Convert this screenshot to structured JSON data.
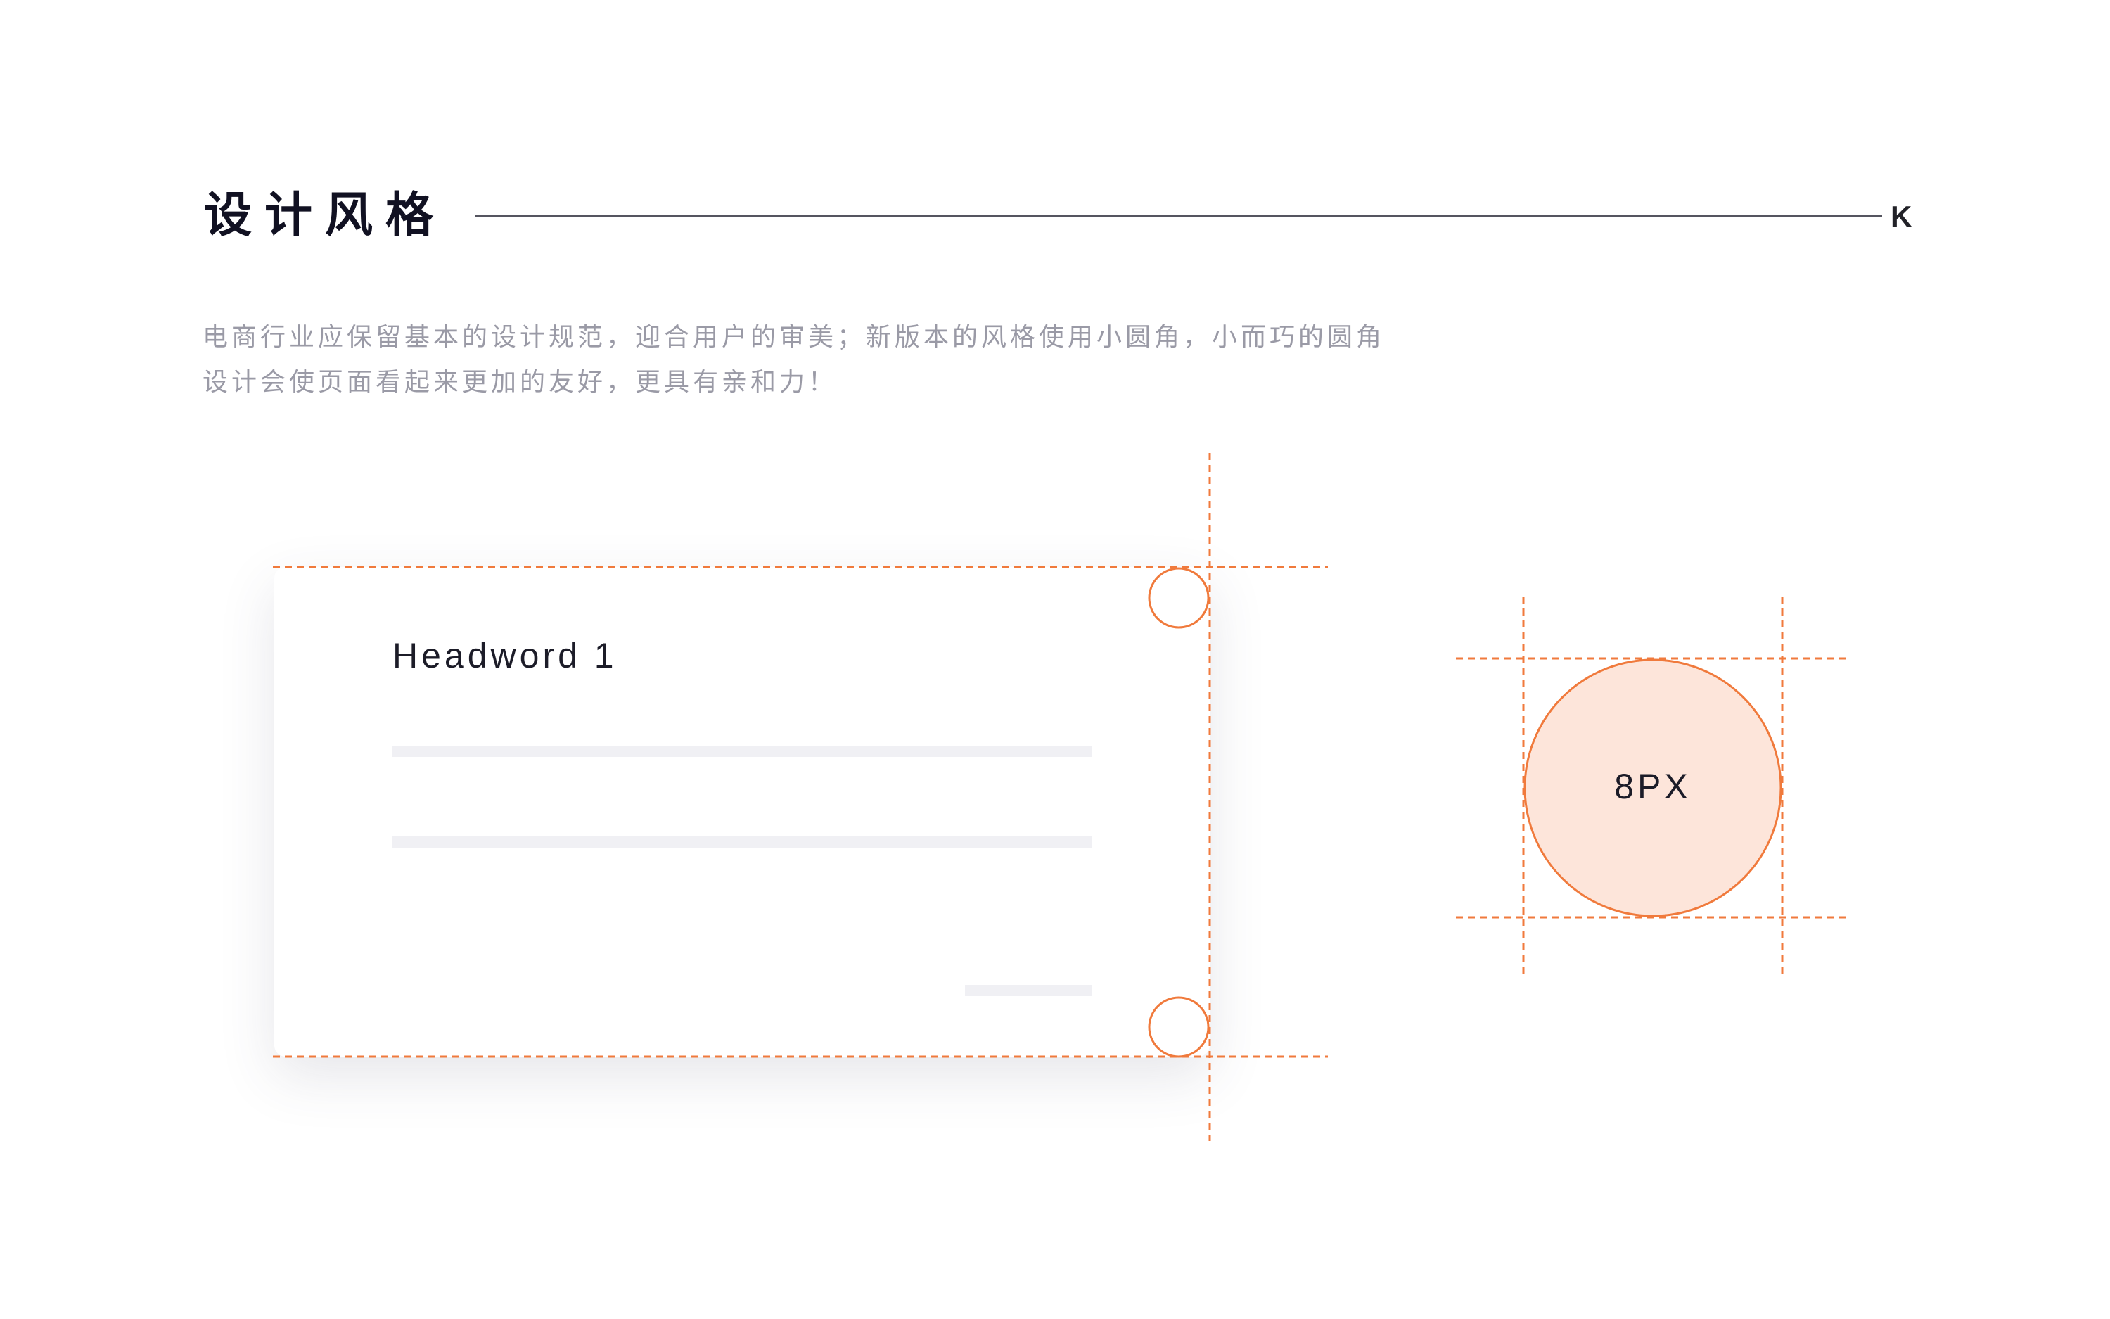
{
  "header": {
    "title": "设计风格",
    "corner_mark": "K"
  },
  "description": {
    "line1": "电商行业应保留基本的设计规范，迎合用户的审美；新版本的风格使用小圆角，小而巧的圆角",
    "line2": "设计会使页面看起来更加的友好，更具有亲和力！"
  },
  "card": {
    "heading": "Headword 1"
  },
  "radius_demo": {
    "label": "8PX"
  },
  "colors": {
    "accent": "#f07a3c",
    "accent_fill": "#fde5da",
    "title": "#111122",
    "description": "#9a9aa6",
    "placeholder": "#f0f0f4"
  }
}
